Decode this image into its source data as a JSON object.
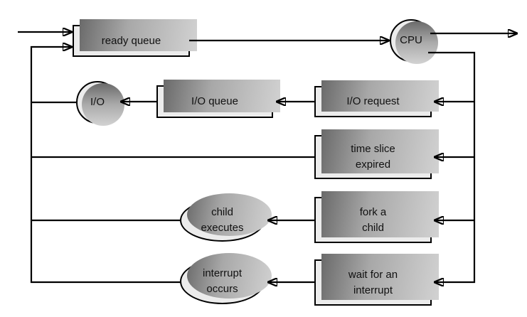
{
  "diagram_type": "process-scheduling-queueing-diagram",
  "colors": {
    "background": "#ffffff",
    "node_fill": "#ececec",
    "node_border": "#000000",
    "shadow_dark": "#6a6a6a",
    "shadow_light": "#d2d2d2",
    "line": "#000000",
    "text": "#111111"
  },
  "nodes": {
    "ready_queue": {
      "label": "ready queue",
      "shape": "queue-box"
    },
    "cpu": {
      "label": "CPU",
      "shape": "circle"
    },
    "io": {
      "label": "I/O",
      "shape": "circle"
    },
    "io_queue": {
      "label": "I/O queue",
      "shape": "queue-box"
    },
    "io_request": {
      "label": "I/O request",
      "shape": "queue-box"
    },
    "time_slice_expired": {
      "label": "time slice\nexpired",
      "shape": "queue-box"
    },
    "fork_a_child": {
      "label": "fork a\nchild",
      "shape": "queue-box"
    },
    "wait_for_interrupt": {
      "label": "wait for an\ninterrupt",
      "shape": "queue-box"
    },
    "child_executes": {
      "label": "child\nexecutes",
      "shape": "ellipse"
    },
    "interrupt_occurs": {
      "label": "interrupt\noccurs",
      "shape": "ellipse"
    }
  },
  "edges": [
    {
      "from": "entry",
      "to": "ready_queue",
      "arrow": true
    },
    {
      "from": "ready_queue",
      "to": "cpu",
      "arrow": true
    },
    {
      "from": "cpu",
      "to": "exit",
      "arrow": true
    },
    {
      "from": "cpu",
      "to": "io_request",
      "arrow": true
    },
    {
      "from": "cpu",
      "to": "time_slice_expired",
      "arrow": true
    },
    {
      "from": "cpu",
      "to": "fork_a_child",
      "arrow": true
    },
    {
      "from": "cpu",
      "to": "wait_for_interrupt",
      "arrow": true
    },
    {
      "from": "io_request",
      "to": "io_queue",
      "arrow": true
    },
    {
      "from": "io_queue",
      "to": "io",
      "arrow": true
    },
    {
      "from": "io",
      "to": "ready_queue",
      "arrow": true
    },
    {
      "from": "time_slice_expired",
      "to": "ready_queue",
      "arrow": true
    },
    {
      "from": "child_executes",
      "to": "ready_queue",
      "arrow": true
    },
    {
      "from": "interrupt_occurs",
      "to": "ready_queue",
      "arrow": true
    },
    {
      "from": "fork_a_child",
      "to": "child_executes",
      "arrow": true
    },
    {
      "from": "wait_for_interrupt",
      "to": "interrupt_occurs",
      "arrow": true
    }
  ]
}
